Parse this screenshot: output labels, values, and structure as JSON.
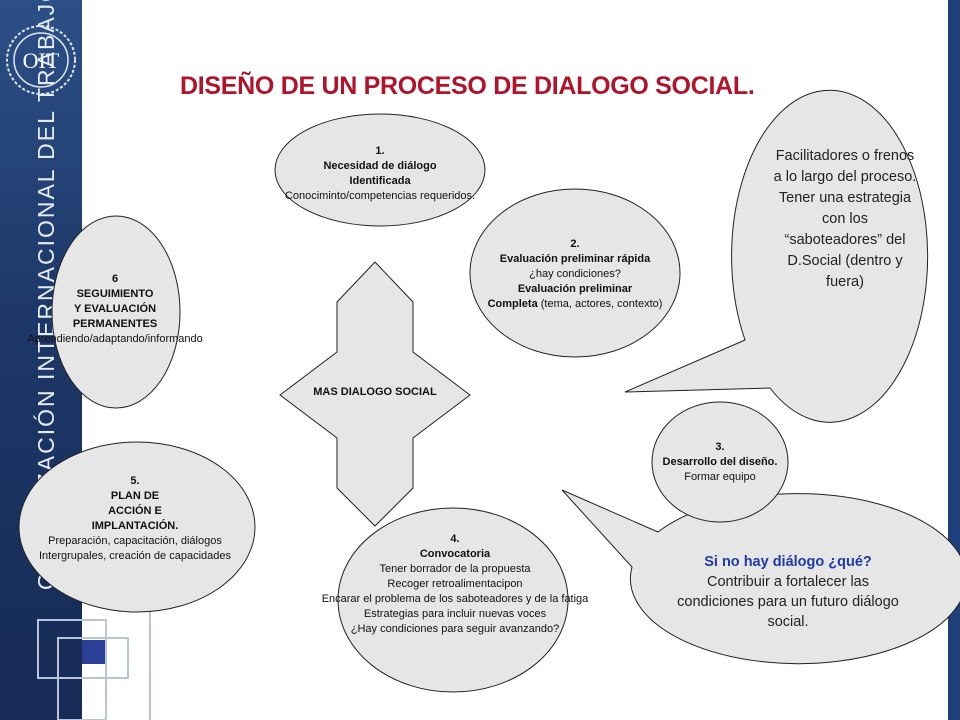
{
  "sidebar": {
    "logo_text": "OIT",
    "vertical_text": "ORGANIZACIÓN INTERNACIONAL DEL TRABAJO"
  },
  "title": "DISEÑO DE UN  PROCESO DE DIALOGO SOCIAL.",
  "center": {
    "label": "MAS DIALOGO SOCIAL"
  },
  "steps": [
    {
      "lines": [
        {
          "text": "1.",
          "bold": true
        },
        {
          "text": "Necesidad de diálogo",
          "bold": true
        },
        {
          "text": "Identificada",
          "bold": true
        },
        {
          "text": "Conociminto/competencias requeridos.",
          "bold": false
        }
      ]
    },
    {
      "lines": [
        {
          "text": "2.",
          "bold": true
        },
        {
          "text": "Evaluación preliminar rápida",
          "bold": true
        },
        {
          "text": "¿hay condiciones?",
          "bold": false
        },
        {
          "text": "Evaluación preliminar",
          "bold": true
        },
        {
          "text": "Completa",
          "bold": true,
          "suffix": " (tema, actores, contexto)"
        }
      ]
    },
    {
      "lines": [
        {
          "text": "3.",
          "bold": true
        },
        {
          "text": "Desarrollo del diseño.",
          "bold": true
        },
        {
          "text": "Formar equipo",
          "bold": false
        }
      ]
    },
    {
      "lines": [
        {
          "text": "4.",
          "bold": true
        },
        {
          "text": "Convocatoria",
          "bold": true
        },
        {
          "text": "Tener borrador de la propuesta",
          "bold": false
        },
        {
          "text": "Recoger retroalimentacipon",
          "bold": false
        },
        {
          "text": "Encarar el problema de los saboteadores y de la fatiga",
          "bold": false
        },
        {
          "text": "Estrategias para incluir nuevas voces",
          "bold": false
        },
        {
          "text": "¿Hay condiciones para seguir avanzando?",
          "bold": false
        }
      ]
    },
    {
      "lines": [
        {
          "text": "5.",
          "bold": true
        },
        {
          "text": "PLAN DE",
          "bold": true
        },
        {
          "text": "ACCIÓN E",
          "bold": true
        },
        {
          "text": "IMPLANTACIÓN.",
          "bold": true
        },
        {
          "text": "Preparación, capacitación, diálogos",
          "bold": false
        },
        {
          "text": "Intergrupales, creación de capacidades",
          "bold": false
        }
      ]
    },
    {
      "lines": [
        {
          "text": "6",
          "bold": true
        },
        {
          "text": "SEGUIMIENTO",
          "bold": true
        },
        {
          "text": "Y EVALUACIÓN",
          "bold": true
        },
        {
          "text": "PERMANENTES",
          "bold": true
        },
        {
          "text": "Aprendiendo/adaptando/informando",
          "bold": false
        }
      ]
    }
  ],
  "callouts": {
    "facilitators": "Facilitadores o frenos a lo largo del proceso. Tener una estrategia con los “saboteadores” del D.Social  (dentro y fuera)",
    "no_dialogue_question": "Si no hay diálogo ¿qué?",
    "no_dialogue_text": "Contribuir a fortalecer las condiciones para un futuro diálogo social."
  },
  "colors": {
    "title": "#b3132a",
    "sidebar": "#1d3768",
    "question": "#1f3aa8",
    "shape_fill": "#e6e6e6"
  }
}
